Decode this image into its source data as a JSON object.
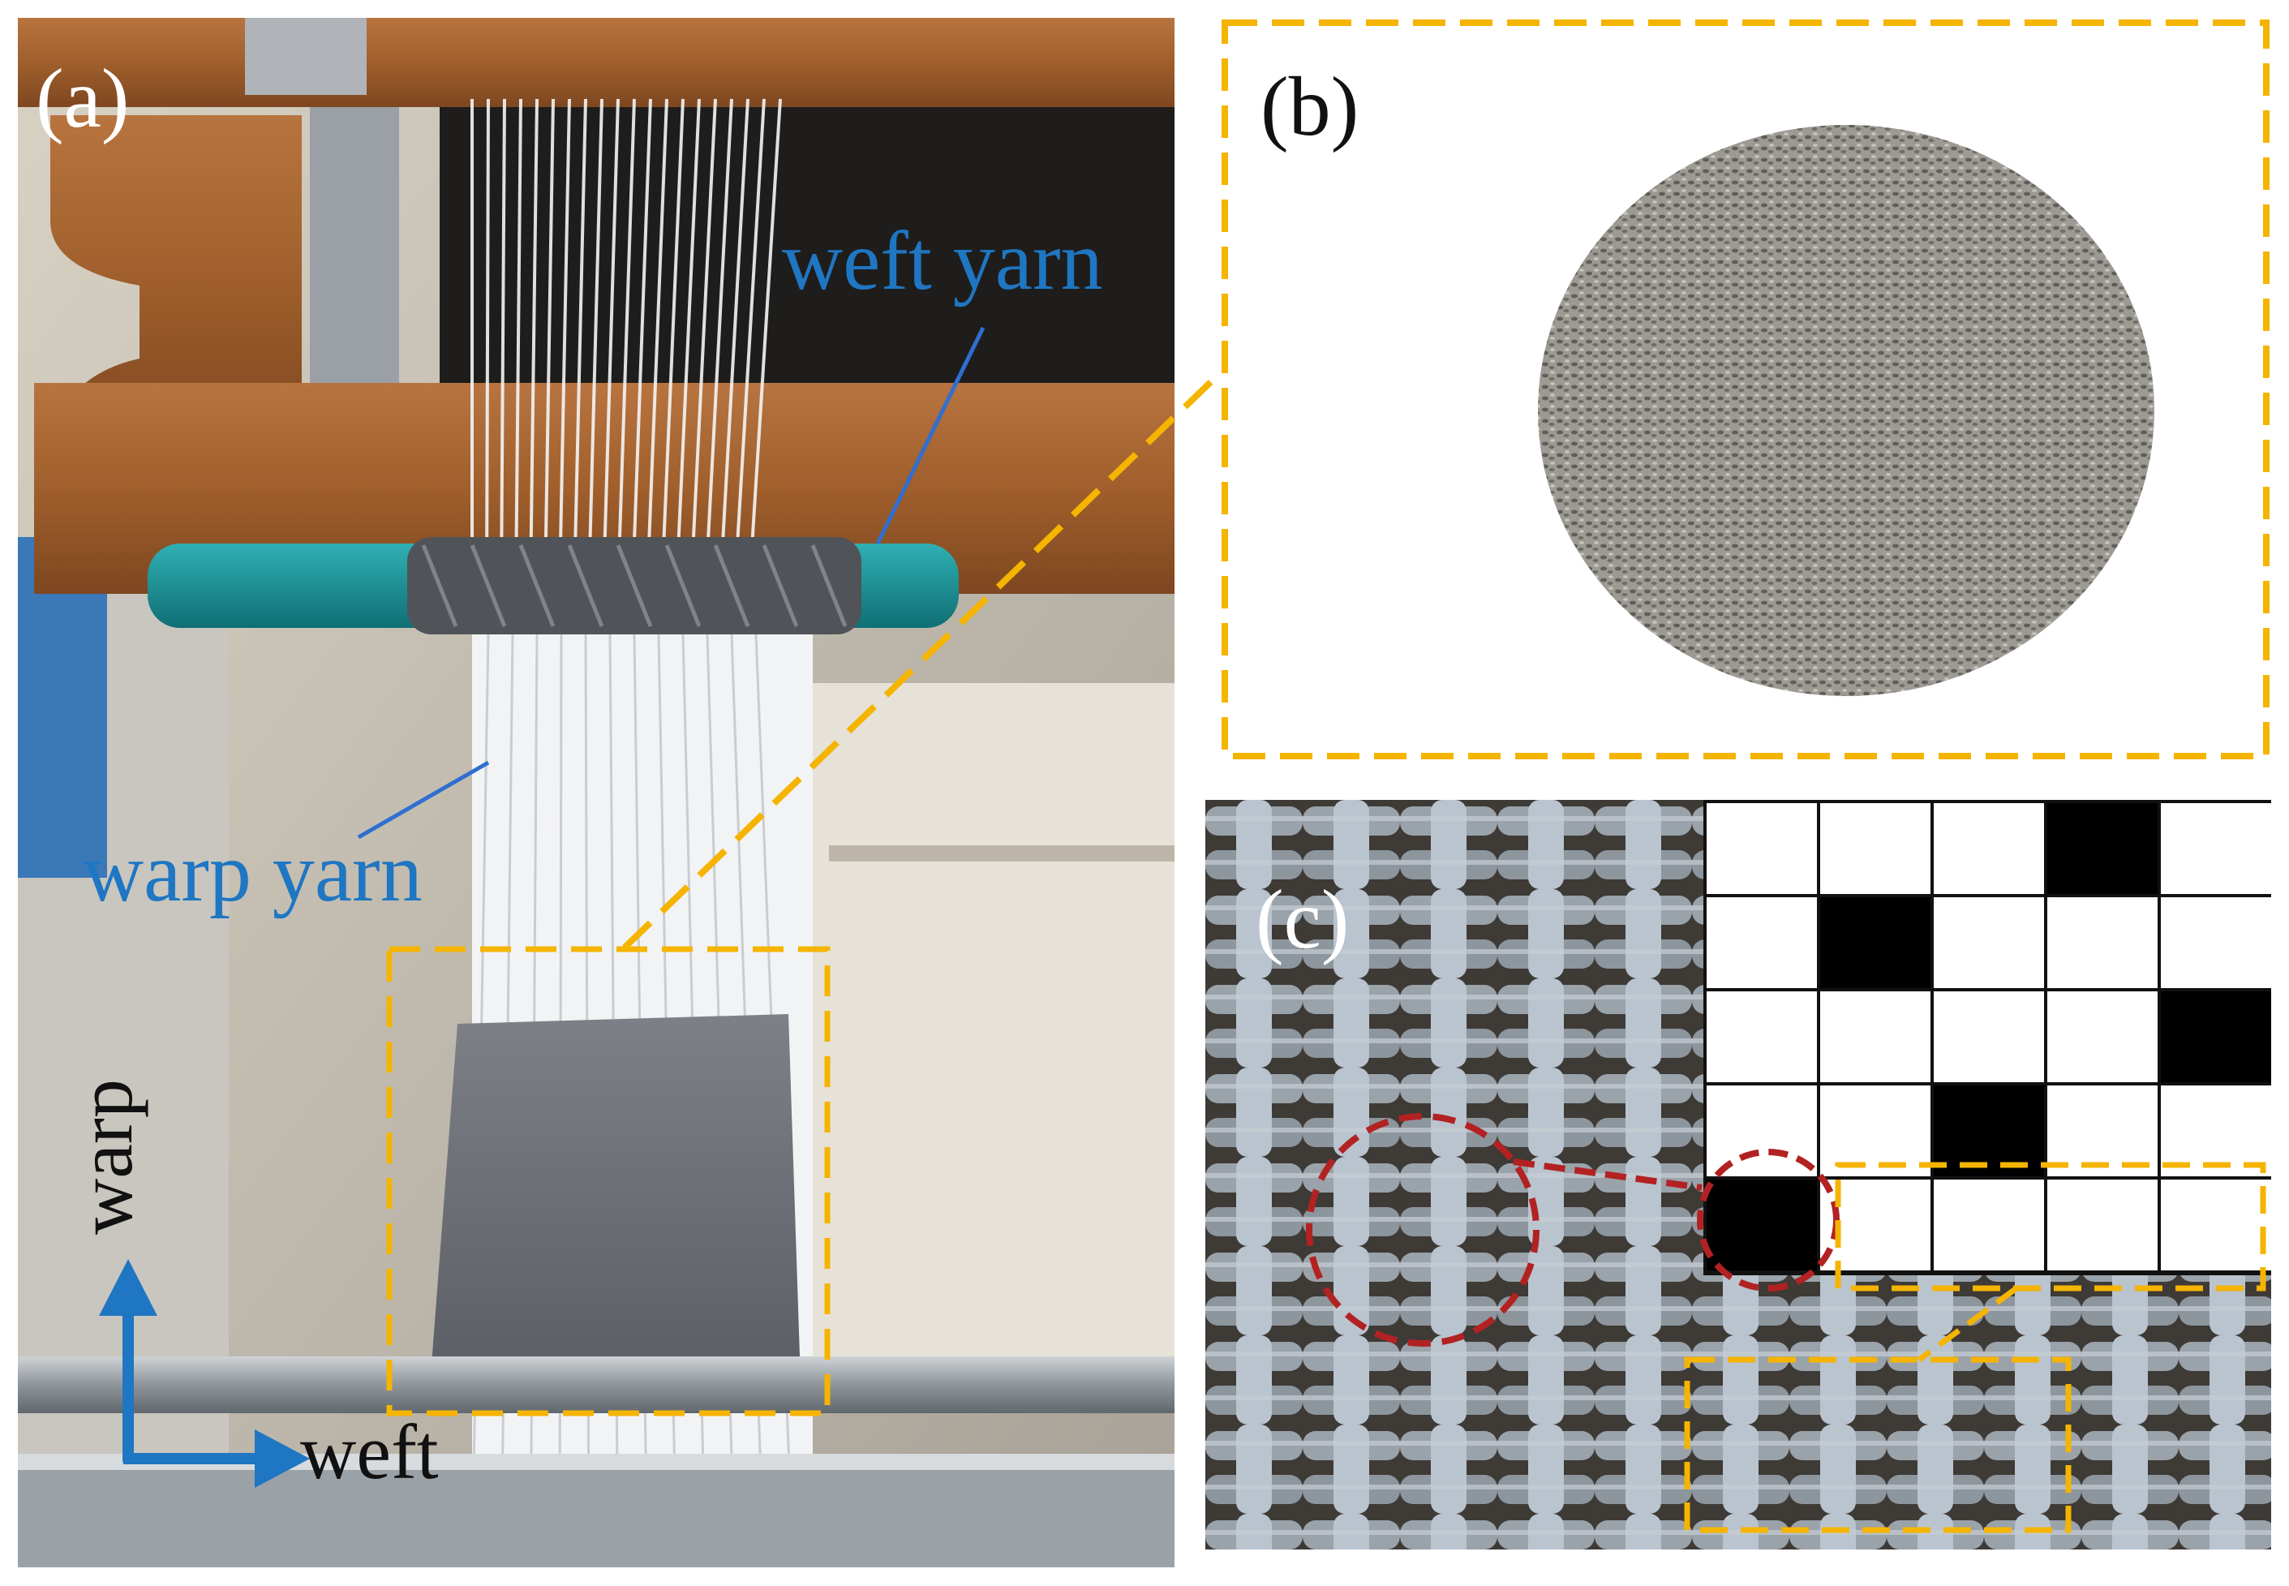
{
  "labels": {
    "panel_a": "(a)",
    "panel_b": "(b)",
    "panel_c": "(c)"
  },
  "annotations": {
    "weft_yarn": "weft yarn",
    "warp_yarn": "warp yarn"
  },
  "axes": {
    "warp": "warp",
    "weft": "weft"
  },
  "weave_pattern": {
    "rows": [
      [
        0,
        0,
        0,
        1,
        0
      ],
      [
        0,
        1,
        0,
        0,
        0
      ],
      [
        0,
        0,
        0,
        0,
        1
      ],
      [
        0,
        0,
        1,
        0,
        0
      ],
      [
        1,
        0,
        0,
        0,
        0
      ]
    ]
  },
  "colors": {
    "highlight": "#f5b400",
    "annotation_text": "#1f76c2",
    "leader_line": "#2f6fd0",
    "circle": "#b22222",
    "arrow": "#1f76c2"
  }
}
